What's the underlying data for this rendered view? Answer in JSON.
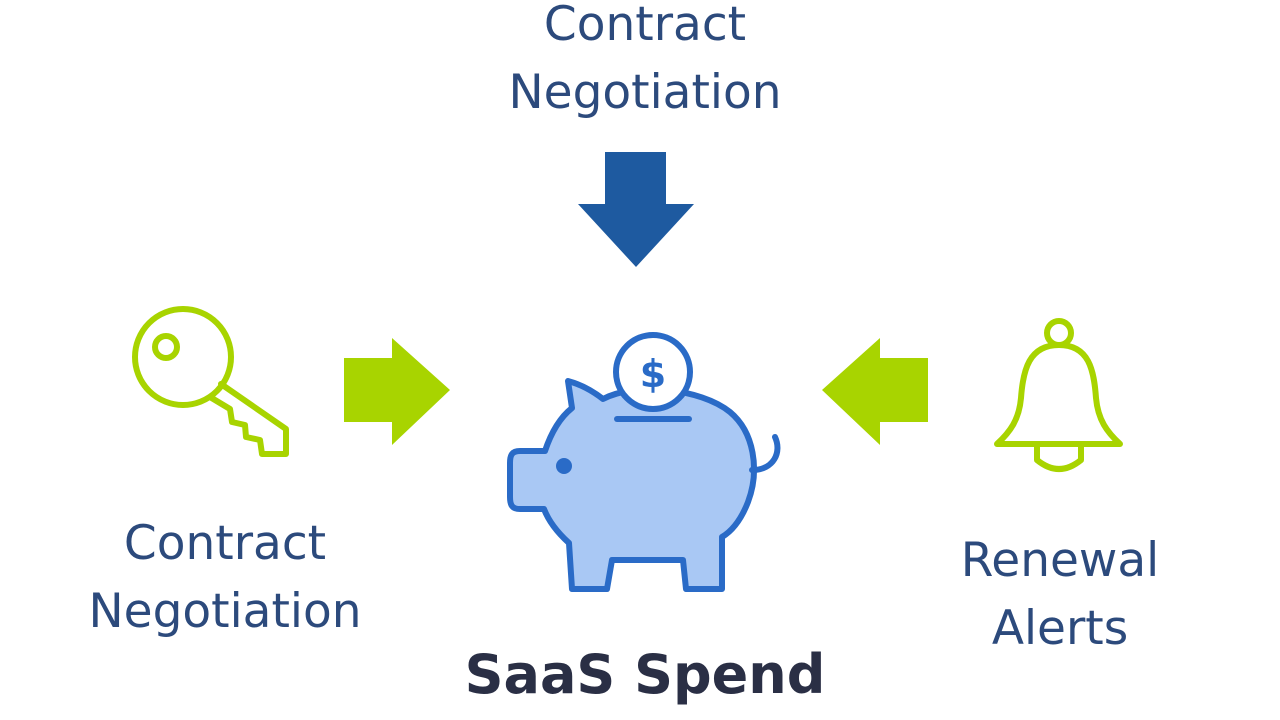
{
  "top_label": {
    "line1": "Contract",
    "line2": "Negotiation"
  },
  "left_label": {
    "line1": "Contract",
    "line2": "Negotiation"
  },
  "right_label": {
    "line1": "Renewal",
    "line2": "Alerts"
  },
  "center_label": "SaaS Spend",
  "coin_symbol": "$",
  "colors": {
    "label_text": "#2c4a7c",
    "center_text": "#2a2f45",
    "dark_blue": "#1e5aa0",
    "lime": "#a8d400",
    "pig_fill": "#a9c8f4",
    "pig_stroke": "#2a6bc7"
  },
  "icons": {
    "top_arrow": "arrow-down-icon",
    "left_arrow": "arrow-right-icon",
    "right_arrow": "arrow-left-icon",
    "key": "key-icon",
    "bell": "bell-icon",
    "piggy_bank": "piggy-bank-icon",
    "coin": "coin-icon"
  }
}
